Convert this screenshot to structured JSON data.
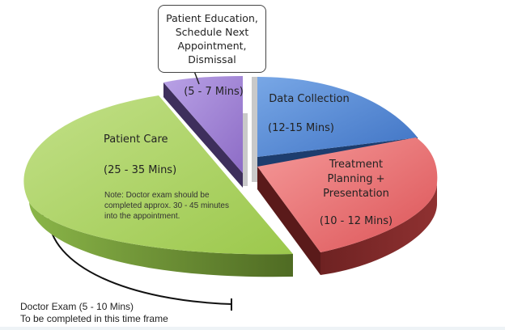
{
  "chart_data": {
    "type": "pie",
    "style": "3d-exploded",
    "title": "",
    "categories": [
      "Patient Education, Schedule Next Appointment, Dismissal",
      "Data Collection",
      "Treatment Planning + Presentation",
      "Patient Care"
    ],
    "ranges_minutes": [
      [
        5,
        7
      ],
      [
        12,
        15
      ],
      [
        10,
        12
      ],
      [
        25,
        35
      ]
    ],
    "values": [
      6,
      13.5,
      11,
      30
    ],
    "colors": [
      "#9b7fd0",
      "#4f84d0",
      "#e9696b",
      "#a5cd55"
    ],
    "annotations": [
      "Note: Doctor exam should be completed approx. 30 - 45 minutes into the appointment.",
      "Doctor Exam (5 - 10 Mins) To be completed in this time frame"
    ],
    "legend": "none (labels on slices)"
  },
  "slices": {
    "education": {
      "callout_lines": [
        "Patient Education,",
        "Schedule Next",
        "Appointment,",
        "Dismissal"
      ],
      "range": "(5 - 7 Mins)"
    },
    "data_collection": {
      "title": "Data Collection",
      "range": "(12-15 Mins)"
    },
    "treatment": {
      "title_lines": [
        "Treatment",
        "Planning +",
        "Presentation"
      ],
      "range": "(10 - 12 Mins)"
    },
    "patient_care": {
      "title": "Patient Care",
      "range": "(25 - 35 Mins)",
      "note_lines": [
        "Note: Doctor exam should be",
        "completed approx. 30 - 45 minutes",
        "into the appointment."
      ]
    }
  },
  "doctor_exam": {
    "line1": "Doctor Exam (5 - 10 Mins)",
    "line2": "To be completed in this time frame"
  }
}
